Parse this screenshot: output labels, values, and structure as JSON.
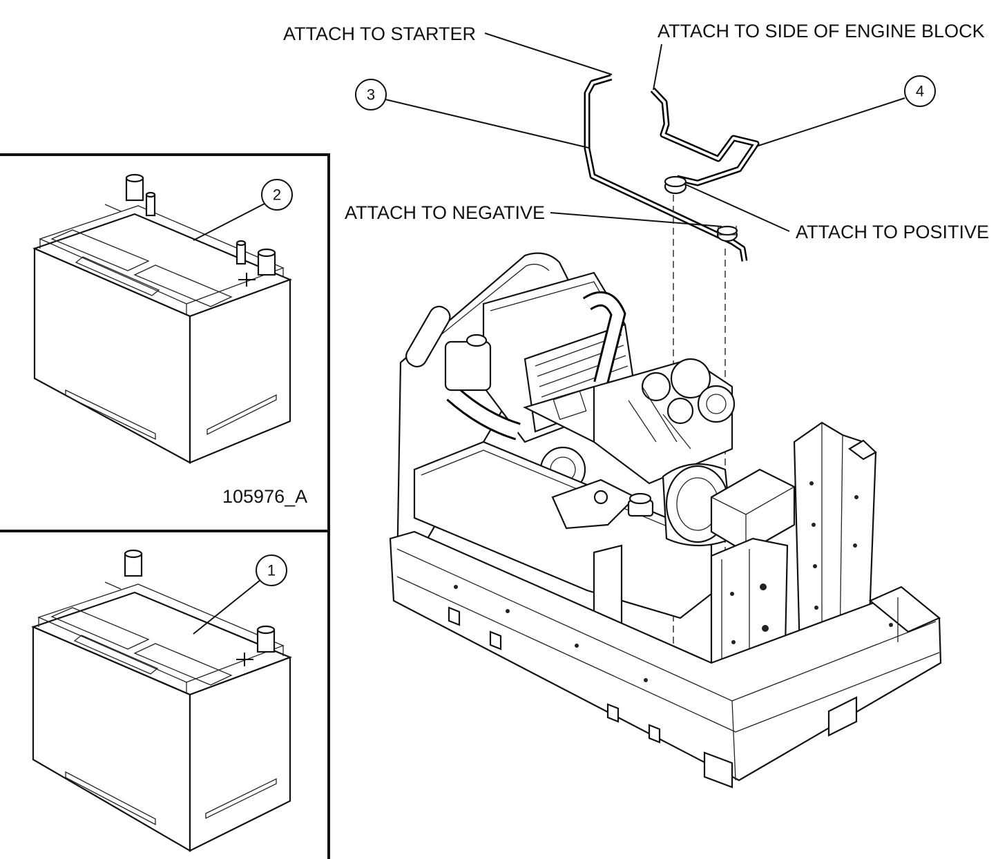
{
  "labels": {
    "attach_starter": "ATTACH TO STARTER",
    "attach_engine_block": "ATTACH TO SIDE OF ENGINE BLOCK",
    "attach_negative": "ATTACH TO NEGATIVE",
    "attach_positive": "ATTACH TO POSITIVE",
    "figure_id": "105976_A"
  },
  "callouts": {
    "battery_upper": "2",
    "battery_lower": "1",
    "negative_cable": "3",
    "positive_cable": "4"
  }
}
